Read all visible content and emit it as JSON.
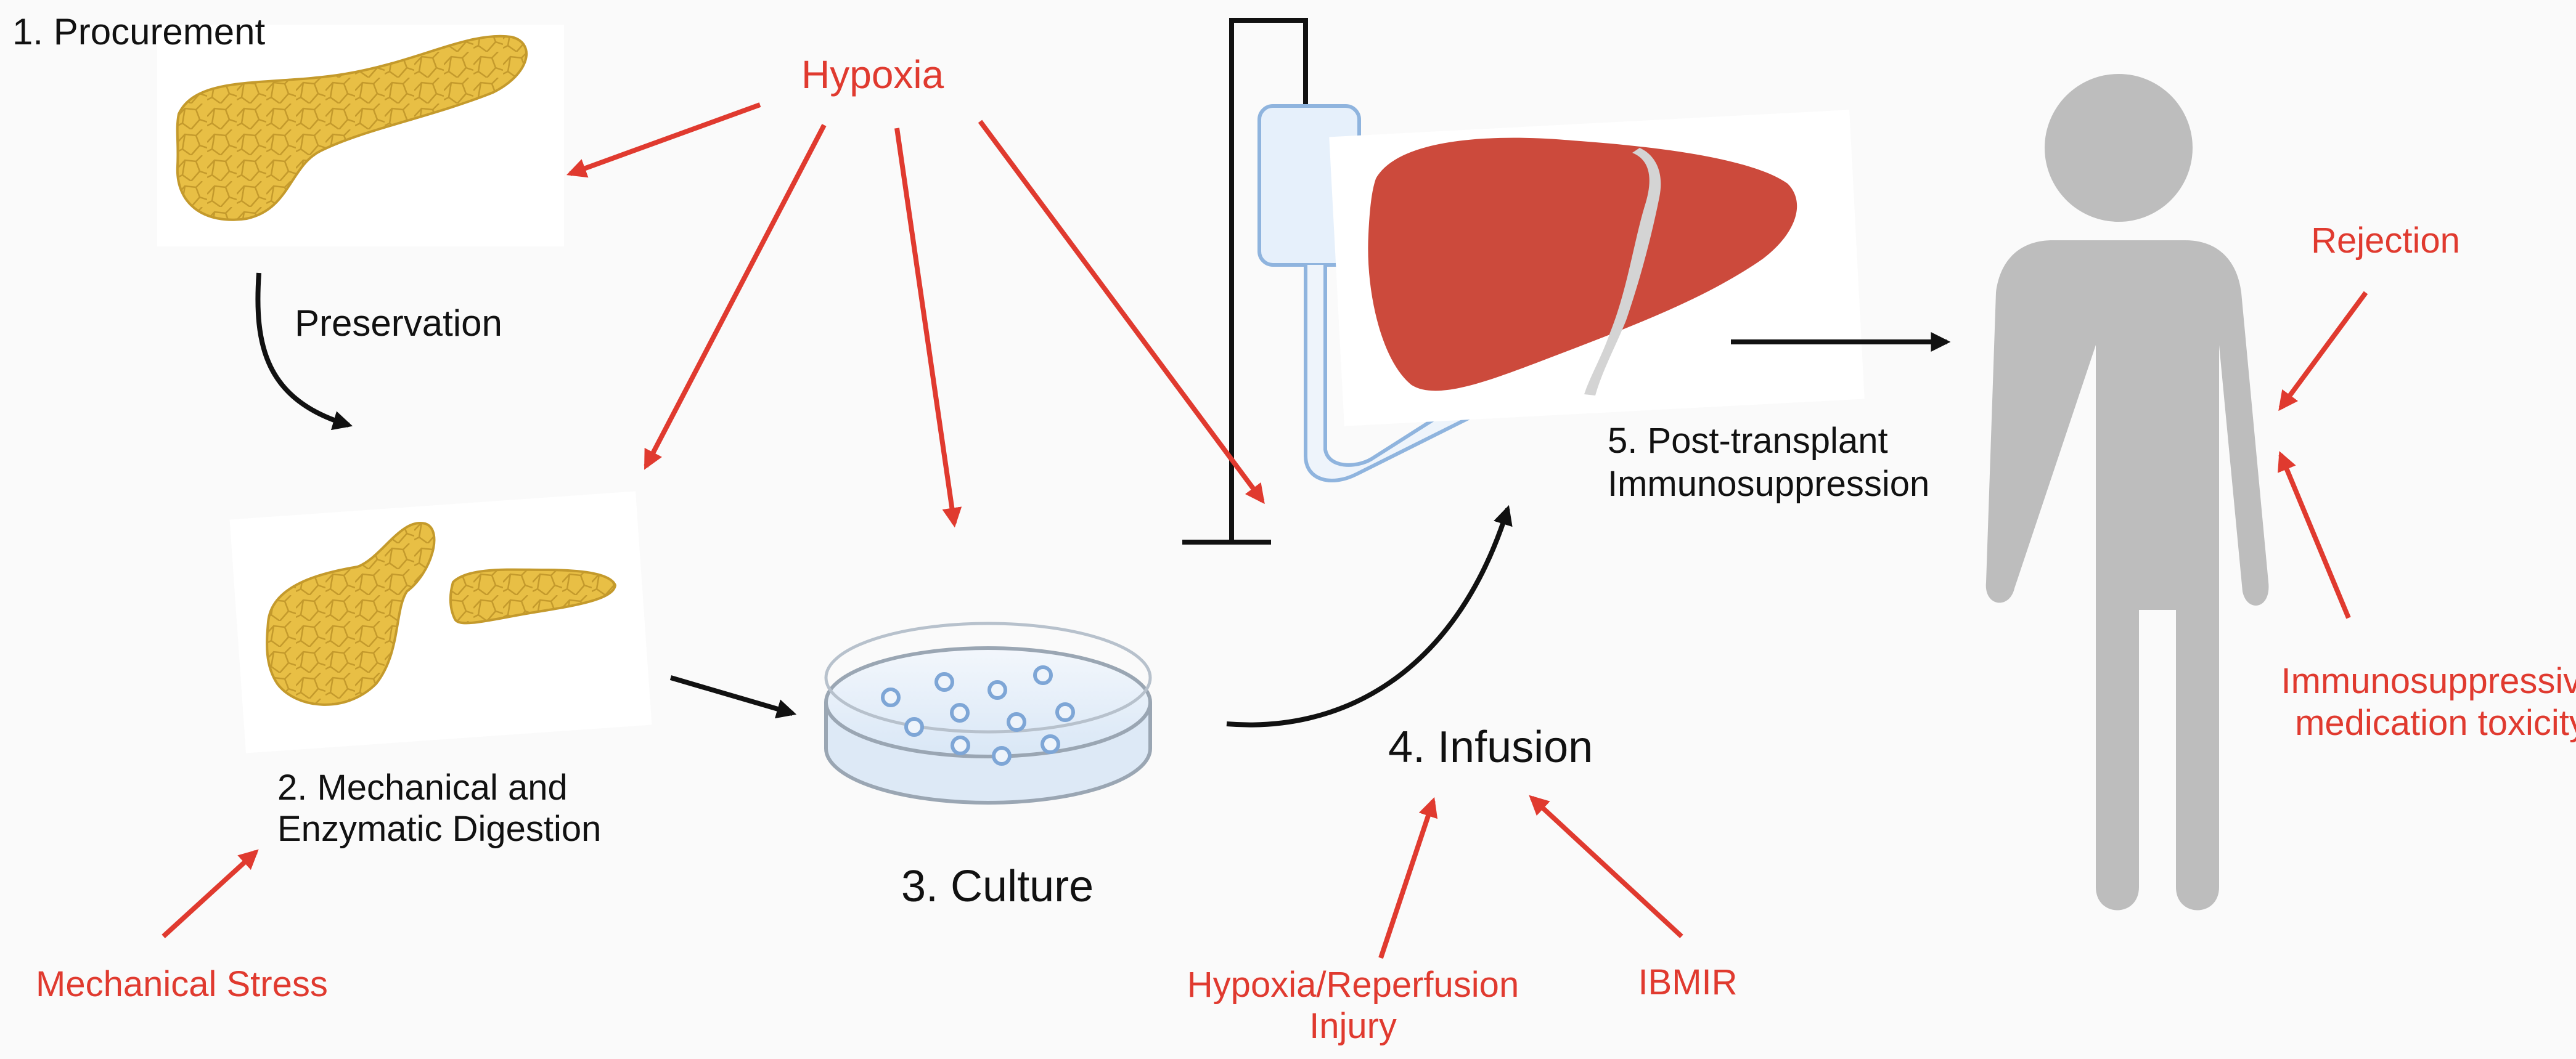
{
  "steps": {
    "procurement": "1. Procurement",
    "preservation": "Preservation",
    "digestion_line1": "2. Mechanical and",
    "digestion_line2": "Enzymatic Digestion",
    "culture": "3. Culture",
    "infusion": "4. Infusion",
    "post_line1": "5. Post-transplant",
    "post_line2": "Immunosuppression"
  },
  "stressors": {
    "hypoxia": "Hypoxia",
    "mechanical_stress": "Mechanical Stress",
    "hypoxia_reperfusion_line1": "Hypoxia/Reperfusion",
    "hypoxia_reperfusion_line2": "Injury",
    "ibmir": "IBMIR",
    "rejection": "Rejection",
    "toxicity_line1": "Immunosuppressive",
    "toxicity_line2": "medication toxicity"
  },
  "colors": {
    "stressor_red": "#e03a2f",
    "flow_black": "#111111",
    "pancreas_yellow": "#e8bf45",
    "liver_red": "#cc4a3c",
    "human_gray": "#bdbdbd",
    "dish_blue": "#a9c6e6"
  }
}
